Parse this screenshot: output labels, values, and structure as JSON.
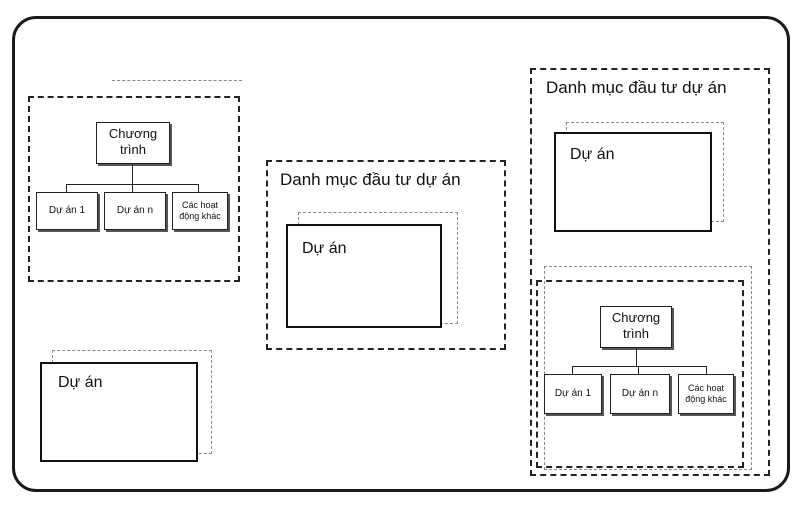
{
  "diagram": {
    "program_group_left": {
      "program": "Chương trình",
      "children": [
        "Dự án 1",
        "Dự án n",
        "Các hoạt động khác"
      ]
    },
    "portfolio_center": {
      "title": "Danh mục đầu tư dự án",
      "project": "Dự án"
    },
    "standalone_project": {
      "project": "Dự án"
    },
    "portfolio_right": {
      "title": "Danh mục đầu tư dự án",
      "project": "Dự án",
      "program": "Chương trình",
      "children": [
        "Dự án 1",
        "Dự án n",
        "Các hoạt động khác"
      ]
    }
  }
}
